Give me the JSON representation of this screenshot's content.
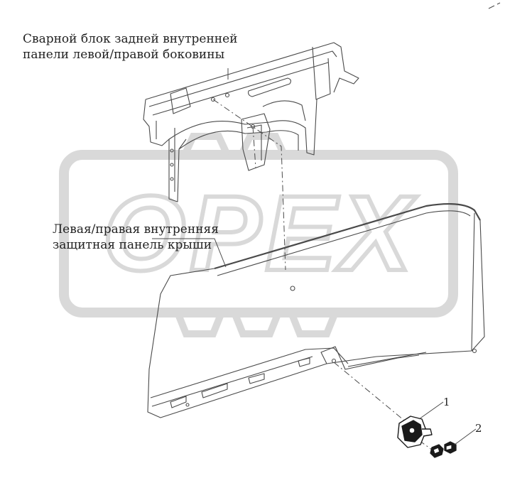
{
  "watermark": {
    "text": "OPEX",
    "color": "#d9d9d9"
  },
  "labels": {
    "top": {
      "line1": "Сварной блок задней внутренней",
      "line2": "панели левой/правой боковины"
    },
    "mid": {
      "line1": "Левая/правая внутренняя",
      "line2": "защитная панель крыши"
    }
  },
  "callouts": {
    "one": "1",
    "two": "2"
  },
  "colors": {
    "line": "#4a4a4a",
    "text": "#222222",
    "part_dark": "#1a1a1a"
  }
}
